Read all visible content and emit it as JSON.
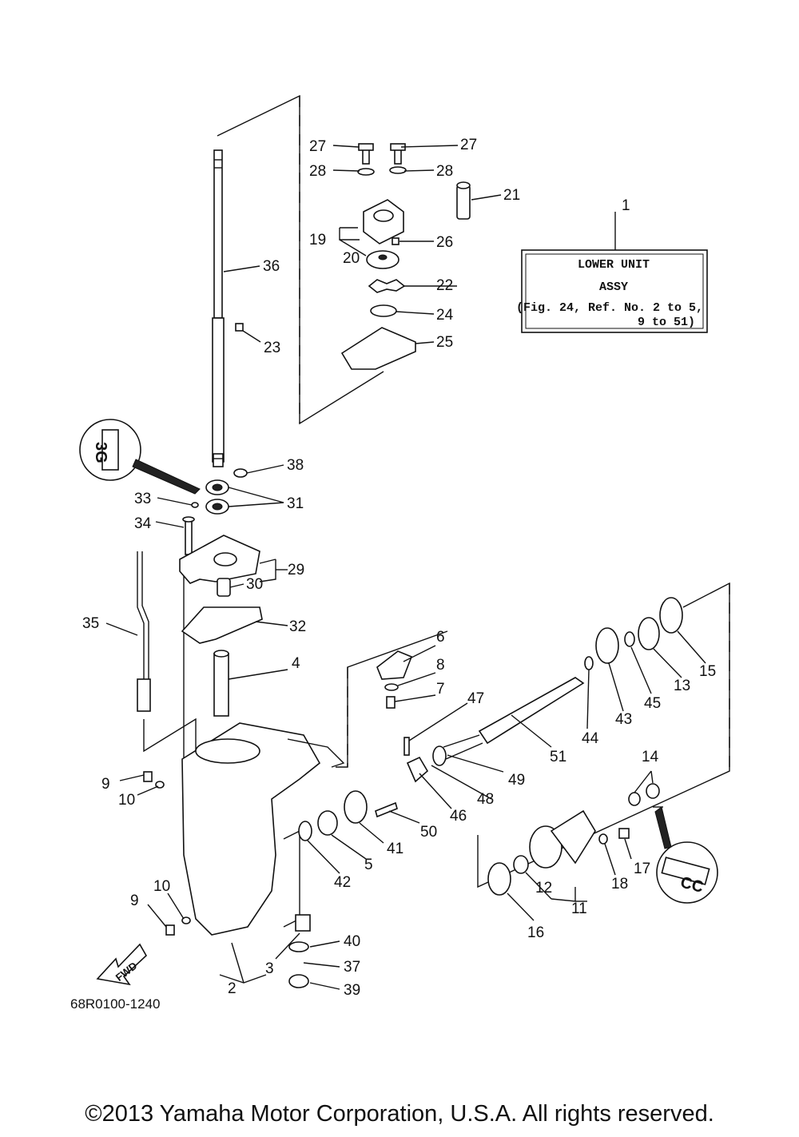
{
  "diagram_code": "68R0100-1240",
  "copyright": "©2013 Yamaha Motor Corporation, U.S.A. All rights reserved.",
  "direction_label": "FWD",
  "assembly_box": {
    "title_line1": "LOWER UNIT",
    "title_line2": "ASSY",
    "note_line1": "(Fig. 24, Ref. No. 2 to 5,",
    "note_line2": "9 to 51)"
  },
  "sealant_stamps": [
    "3G",
    "CC"
  ],
  "callouts": [
    "1",
    "2",
    "3",
    "4",
    "5",
    "6",
    "7",
    "8",
    "9",
    "9",
    "10",
    "10",
    "11",
    "12",
    "13",
    "14",
    "15",
    "16",
    "17",
    "18",
    "19",
    "20",
    "21",
    "22",
    "23",
    "24",
    "25",
    "26",
    "27",
    "27",
    "28",
    "28",
    "29",
    "30",
    "31",
    "32",
    "33",
    "34",
    "35",
    "36",
    "37",
    "38",
    "39",
    "40",
    "41",
    "42",
    "43",
    "44",
    "45",
    "46",
    "47",
    "48",
    "49",
    "50",
    "51"
  ]
}
